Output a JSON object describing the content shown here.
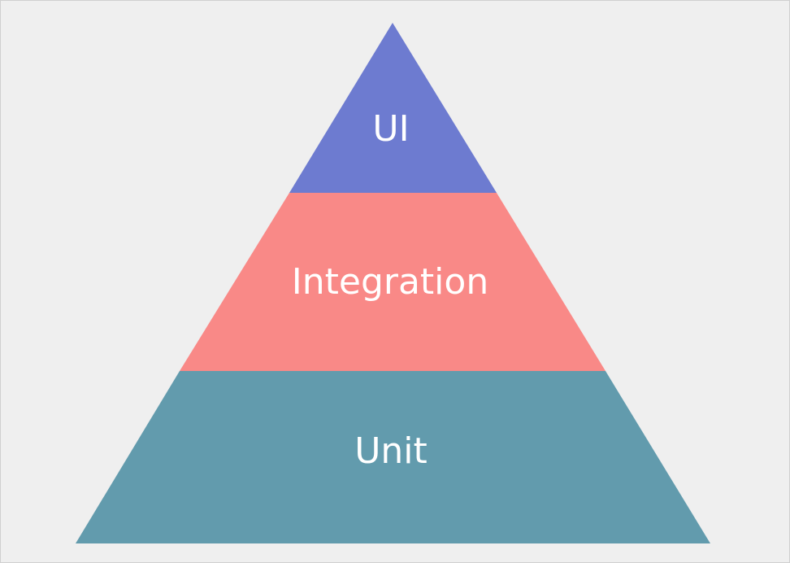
{
  "pyramid": {
    "layers": [
      {
        "label": "UI",
        "color": "#6d7bd0"
      },
      {
        "label": "Integration",
        "color": "#f98987"
      },
      {
        "label": "Unit",
        "color": "#629bad"
      }
    ]
  }
}
